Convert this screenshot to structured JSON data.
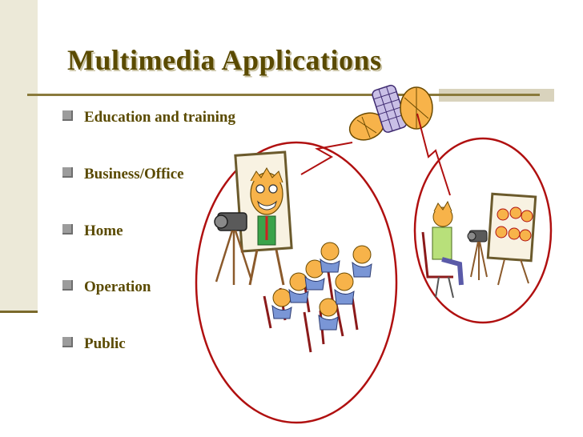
{
  "slide": {
    "title": "Multimedia Applications",
    "bullets": [
      "Education and training",
      "Business/Office",
      "Home",
      "Operation",
      "Public"
    ]
  }
}
